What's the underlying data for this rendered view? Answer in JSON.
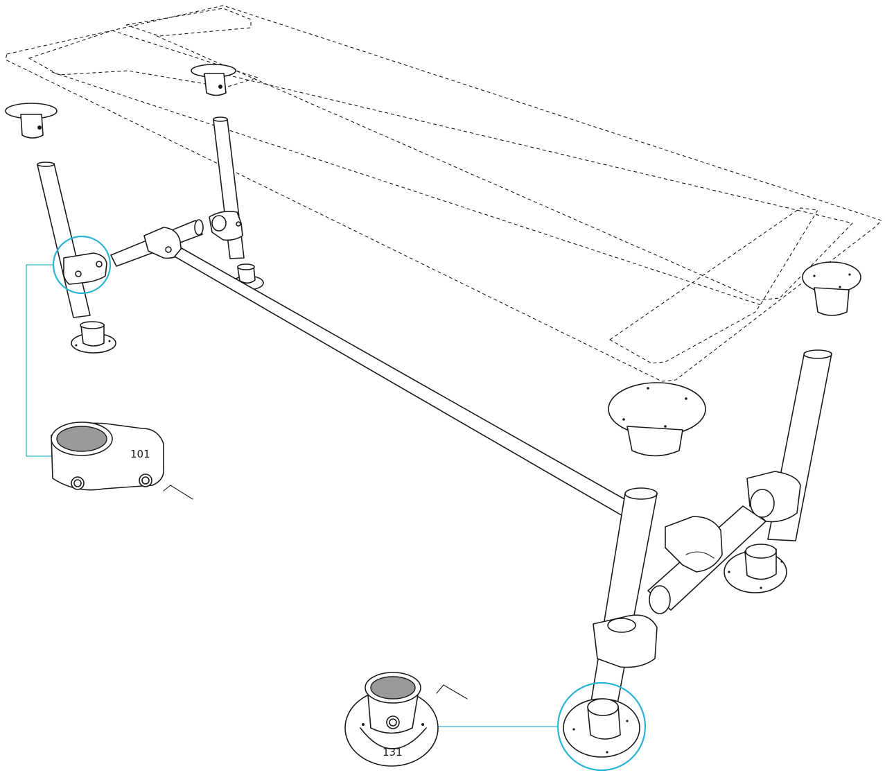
{
  "diagram": {
    "callouts": [
      {
        "id": "101",
        "label": "101"
      },
      {
        "id": "131",
        "label": "131"
      }
    ],
    "colors": {
      "callout": "#2bb4d4",
      "ink": "#1a1a1a",
      "fitting_opening": "#9a9a9a",
      "background": "#ffffff"
    }
  }
}
